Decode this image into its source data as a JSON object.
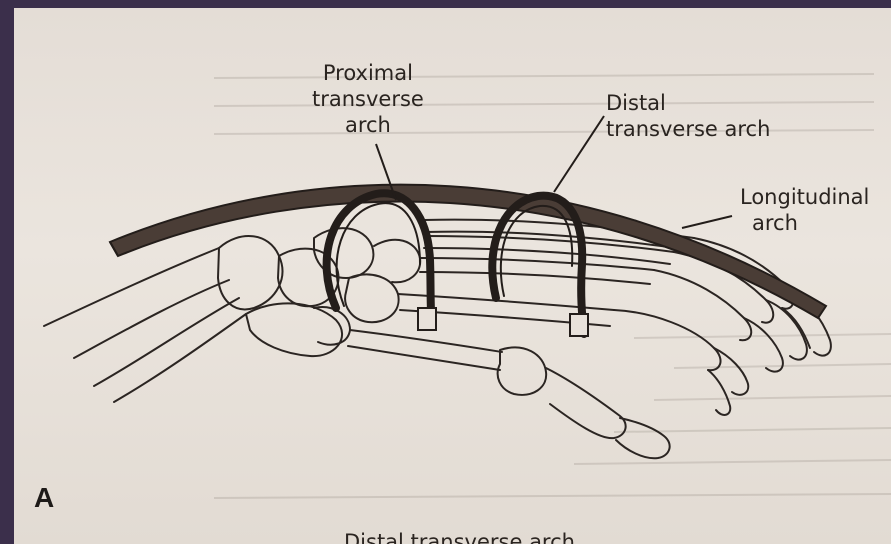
{
  "figure": {
    "panel_letter": "A",
    "labels": {
      "proximal_1": "Proximal",
      "proximal_2": "transverse",
      "proximal_3": "arch",
      "distal_1": "Distal",
      "distal_2": "transverse arch",
      "longitudinal_1": "Longitudinal",
      "longitudinal_2": "arch"
    },
    "bottom_caption_partial": "Distal transverse arch"
  },
  "colors": {
    "frame": "#3b2f4b",
    "paper": "#e8e1da",
    "ink": "#2a2420"
  }
}
